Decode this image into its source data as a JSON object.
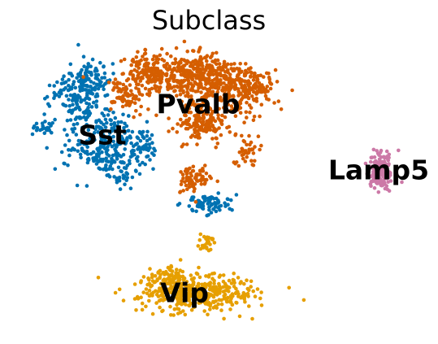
{
  "chart_data": {
    "type": "scatter",
    "title": "Subclass",
    "xlabel": "",
    "ylabel": "",
    "axes_visible": false,
    "grid": false,
    "legend": "on-data",
    "clusters": [
      {
        "name": "Pvalb",
        "color": "#d55e00"
      },
      {
        "name": "Sst",
        "color": "#0072b2"
      },
      {
        "name": "Lamp5",
        "color": "#cc79a7"
      },
      {
        "name": "Vip",
        "color": "#e69f00"
      }
    ]
  }
}
